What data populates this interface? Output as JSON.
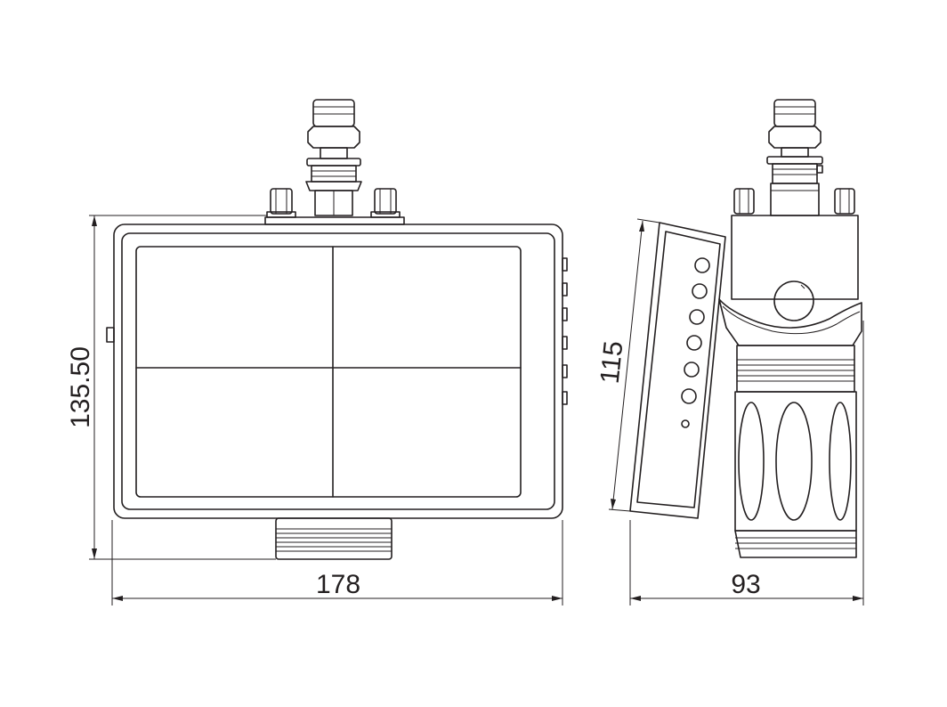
{
  "dimensions": {
    "front_width": "178",
    "front_height": "135.50",
    "side_width": "93",
    "side_screen_height": "115"
  },
  "colors": {
    "line": "#231f20",
    "background": "#ffffff"
  }
}
